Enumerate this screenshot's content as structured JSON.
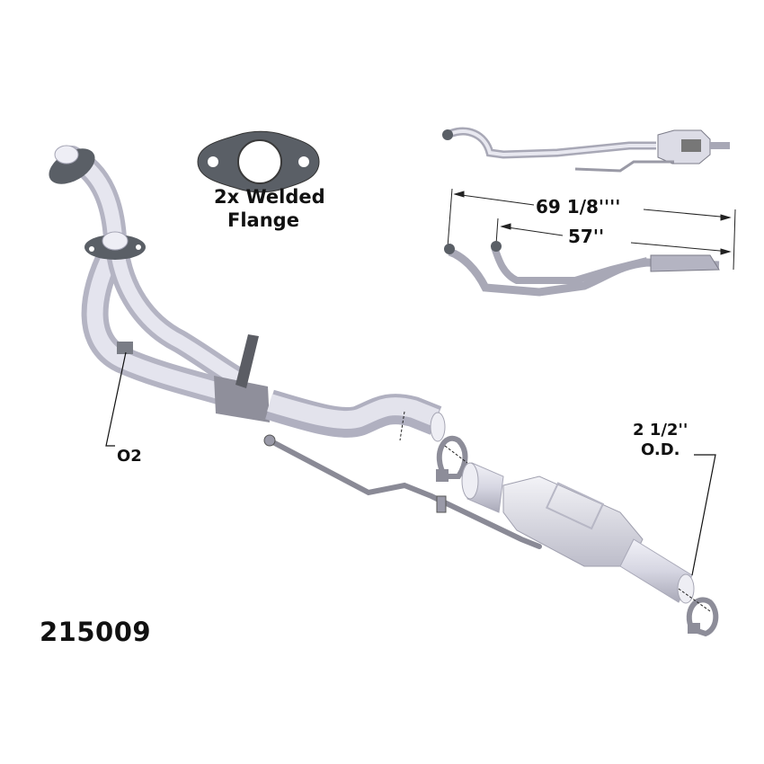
{
  "part_number": "215009",
  "flange_callout": {
    "line1": "2x Welded",
    "line2": "Flange",
    "icon": "flange-gasket-icon"
  },
  "dimensions": {
    "overall_length": "69 1/8''''",
    "inlet_to_outlet_length": "57''"
  },
  "outlet_callout": {
    "line1": "2 1/2''",
    "line2": "O.D."
  },
  "sensor_callout": {
    "label": "O2"
  },
  "colors": {
    "pipe": "#d9d9e3",
    "pipe_shade": "#b8b8c6",
    "flange": "#555b62",
    "clamp": "#8d8d99",
    "text": "#111111"
  }
}
